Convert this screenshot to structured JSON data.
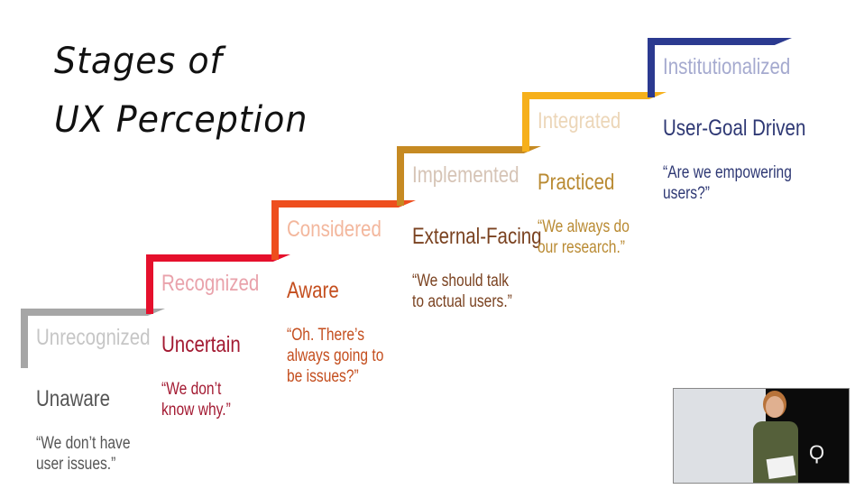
{
  "title": {
    "line1": "Stages of",
    "line2": "UX Perception"
  },
  "stages": [
    {
      "label": "Unrecognized",
      "description": "Unaware",
      "quote": "“We don’t have\nuser issues.”",
      "color": "#a6a6a6",
      "label_color": "#c6c6c6",
      "text_color": "#555555"
    },
    {
      "label": "Recognized",
      "description": "Uncertain",
      "quote": "“We don’t\nknow why.”",
      "color": "#e5102c",
      "label_color": "#e9a2ab",
      "text_color": "#a31a32"
    },
    {
      "label": "Considered",
      "description": "Aware",
      "quote": "“Oh. There’s\nalways going to\nbe issues?”",
      "color": "#ee4e1e",
      "label_color": "#f3b79d",
      "text_color": "#c44e1e"
    },
    {
      "label": "Implemented",
      "description": "External-Facing",
      "quote": "“We should talk\nto actual users.”",
      "color": "#c68a22",
      "label_color": "#d6c4b6",
      "text_color": "#7a4220"
    },
    {
      "label": "Integrated",
      "description": "Practiced",
      "quote": "“We always do\nour research.”",
      "color": "#f6b01b",
      "label_color": "#ecd6b8",
      "text_color": "#b98a32"
    },
    {
      "label": "Institutionalized",
      "description": "User-Goal Driven",
      "quote": "“Are we empowering\nusers?”",
      "color": "#2b3a90",
      "label_color": "#a5aacf",
      "text_color": "#2e3874"
    }
  ]
}
